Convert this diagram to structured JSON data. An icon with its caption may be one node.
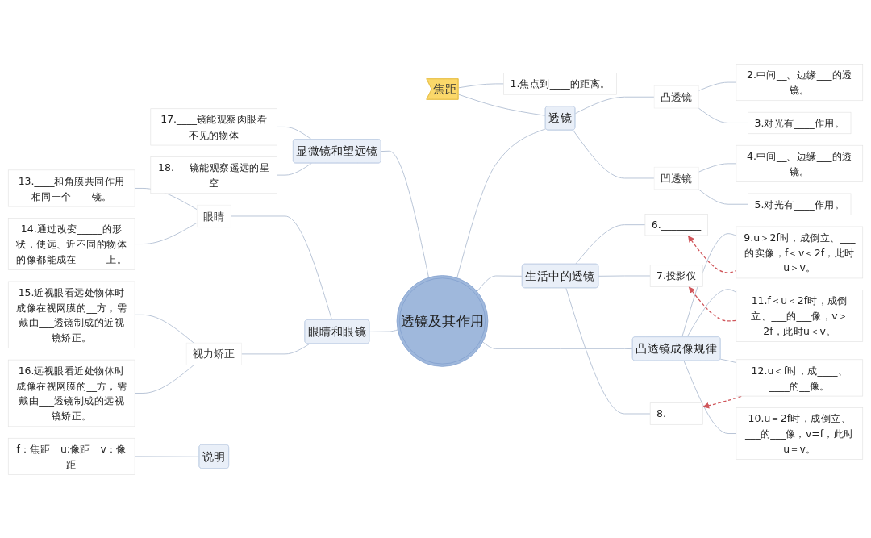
{
  "diagram": {
    "nodes": [
      {
        "text": [
          "透镜及其作用"
        ]
      },
      {
        "text": [
          "显微镜和望远镜"
        ]
      },
      {
        "text": [
          "17.____镜能观察肉眼看不见的物体"
        ]
      },
      {
        "text": [
          "18.___镜能观察遥远的星空"
        ]
      },
      {
        "text": [
          "焦距"
        ]
      },
      {
        "text": [
          "1.焦点到____的距离。"
        ]
      },
      {
        "text": [
          "透镜"
        ]
      },
      {
        "text": [
          "凸透镜"
        ]
      },
      {
        "text": [
          "2.中间__、边缘___的透镜。"
        ]
      },
      {
        "text": [
          "3.对光有____作用。"
        ]
      },
      {
        "text": [
          "凹透镜"
        ]
      },
      {
        "text": [
          "4.中间__、边缘___的透镜。"
        ]
      },
      {
        "text": [
          "5.对光有____作用。"
        ]
      },
      {
        "text": [
          "眼睛和眼镜"
        ]
      },
      {
        "text": [
          "眼睛"
        ]
      },
      {
        "text": [
          "13.____和角膜共同作用相同一个____镜。"
        ]
      },
      {
        "text": [
          "14.通过改变_____的形状，使远、近不同的物体的像都能成在______上。"
        ]
      },
      {
        "text": [
          "视力矫正"
        ]
      },
      {
        "text": [
          "15.近视眼看远处物体时成像在视网膜的__方，需戴由___透镜制成的近视镜矫正。"
        ]
      },
      {
        "text": [
          "16.远视眼看近处物体时成像在视网膜的__方，需戴由___透镜制成的远视镜矫正。"
        ]
      },
      {
        "text": [
          "生活中的透镜"
        ]
      },
      {
        "text": [
          "6.________"
        ]
      },
      {
        "text": [
          "7.投影仪"
        ]
      },
      {
        "text": [
          "8.______"
        ]
      },
      {
        "text": [
          "凸透镜成像规律"
        ]
      },
      {
        "text": [
          "9.u＞2f时，成倒立、___的实像，f＜v＜2f，此时u＞v。"
        ]
      },
      {
        "text": [
          "10.u＝2f时，成倒立、___的___像，v=f，此时u＝v。"
        ]
      },
      {
        "text": [
          "11.f＜u＜2f时，成倒立、___的___像，v＞2f，此时u＜v。"
        ]
      },
      {
        "text": [
          "12.u＜f时，成____、____的__像。"
        ]
      },
      {
        "text": [
          "说明"
        ]
      },
      {
        "text": [
          "f：焦距　u:像距　v：像距"
        ]
      }
    ],
    "edges": [
      {
        "from": 0,
        "to": 1,
        "arrow": "none"
      },
      {
        "from": 1,
        "to": 2,
        "arrow": "none"
      },
      {
        "from": 1,
        "to": 3,
        "arrow": "none"
      },
      {
        "from": 4,
        "to": 5,
        "arrow": "none"
      },
      {
        "from": 4,
        "to": 6,
        "arrow": "none"
      },
      {
        "from": 0,
        "to": 6,
        "arrow": "none"
      },
      {
        "from": 6,
        "to": 7,
        "arrow": "none"
      },
      {
        "from": 7,
        "to": 8,
        "arrow": "none"
      },
      {
        "from": 7,
        "to": 9,
        "arrow": "none"
      },
      {
        "from": 6,
        "to": 10,
        "arrow": "none"
      },
      {
        "from": 10,
        "to": 11,
        "arrow": "none"
      },
      {
        "from": 10,
        "to": 12,
        "arrow": "none"
      },
      {
        "from": 0,
        "to": 13,
        "arrow": "none"
      },
      {
        "from": 13,
        "to": 14,
        "arrow": "none"
      },
      {
        "from": 14,
        "to": 15,
        "arrow": "none"
      },
      {
        "from": 14,
        "to": 16,
        "arrow": "none"
      },
      {
        "from": 13,
        "to": 17,
        "arrow": "none"
      },
      {
        "from": 17,
        "to": 18,
        "arrow": "none"
      },
      {
        "from": 17,
        "to": 19,
        "arrow": "none"
      },
      {
        "from": 0,
        "to": 20,
        "arrow": "none"
      },
      {
        "from": 20,
        "to": 21,
        "arrow": "none"
      },
      {
        "from": 20,
        "to": 22,
        "arrow": "none"
      },
      {
        "from": 20,
        "to": 23,
        "arrow": "none"
      },
      {
        "from": 0,
        "to": 24,
        "arrow": "none"
      },
      {
        "from": 24,
        "to": 25,
        "arrow": "none"
      },
      {
        "from": 24,
        "to": 26,
        "arrow": "none"
      },
      {
        "from": 24,
        "to": 27,
        "arrow": "none"
      },
      {
        "from": 24,
        "to": 28,
        "arrow": "none"
      },
      {
        "from": 29,
        "to": 30,
        "arrow": "none"
      },
      {
        "from": 25,
        "to": 21,
        "arrow": "to",
        "style": "dashed",
        "color": "#d0575c"
      },
      {
        "from": 27,
        "to": 22,
        "arrow": "to",
        "style": "dashed",
        "color": "#d0575c"
      },
      {
        "from": 28,
        "to": 23,
        "arrow": "to",
        "style": "dashed",
        "color": "#d0575c"
      }
    ]
  }
}
